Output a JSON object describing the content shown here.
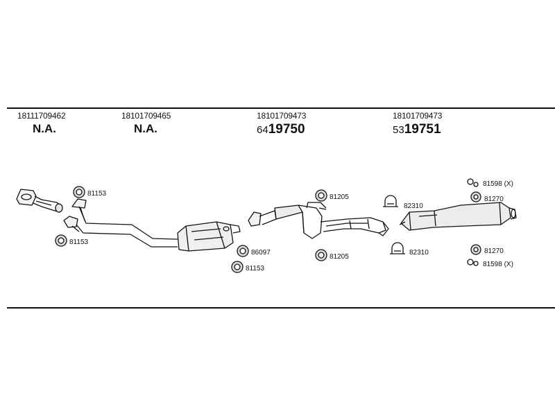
{
  "columns": [
    {
      "part_number": "18111709462",
      "line": "N.A.",
      "prefix": "",
      "code": ""
    },
    {
      "part_number": "18101709465",
      "line": "N.A.",
      "prefix": "",
      "code": ""
    },
    {
      "part_number": "18101709473",
      "line": "",
      "prefix": "64",
      "code": "19750"
    },
    {
      "part_number": "18101709473",
      "line": "",
      "prefix": "53",
      "code": "19751"
    }
  ],
  "labels": {
    "front_pipe_ring_top": "81153",
    "front_pipe_ring_bottom": "81153",
    "cat_ring_1": "86097",
    "cat_ring_2": "81153",
    "mid_top": "81205",
    "mid_bottom": "81205",
    "clamp_top": "82310",
    "clamp_bottom": "82310",
    "rear_top_1": "81598 (X)",
    "rear_top_2": "81270",
    "rear_bottom_1": "81270",
    "rear_bottom_2": "81598 (X)"
  }
}
